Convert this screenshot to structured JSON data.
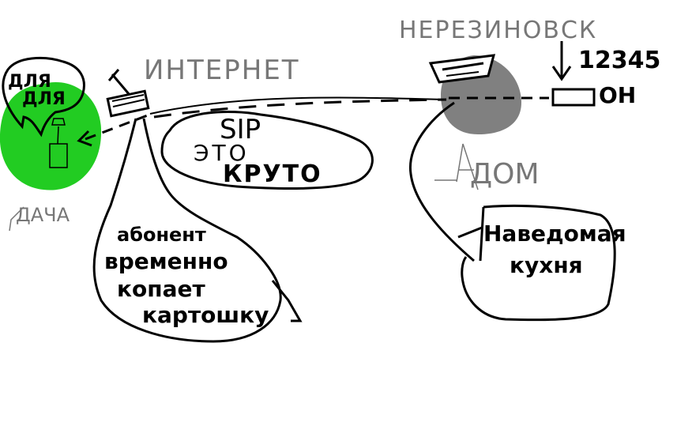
{
  "colors": {
    "ink": "#000000",
    "gray_label": "#777777",
    "green": "#22cc22",
    "gray_blob": "#808080"
  },
  "labels": {
    "internet": "ИНТЕРНЕТ",
    "village": "НЕРЕЗИНОВСК",
    "code": "12345",
    "on": "ОН",
    "sip_1": "SIP",
    "sip_2": "ЭТО",
    "sip_3": "КРУТО",
    "home": "ДОМ",
    "dacha": "ДАЧА",
    "for_1": "ДЛЯ",
    "for_2": "ДЛЯ",
    "abonent_1": "абонент",
    "abonent_2": "временно",
    "abonent_3": "копает",
    "abonent_4": "картошку",
    "kitchen_1": "Наведомая",
    "kitchen_2": "кухня"
  },
  "icons": [
    "antenna-icon",
    "router-icon",
    "telephone-icon",
    "cordless-phone-icon",
    "device-box-icon",
    "down-arrow-icon"
  ]
}
